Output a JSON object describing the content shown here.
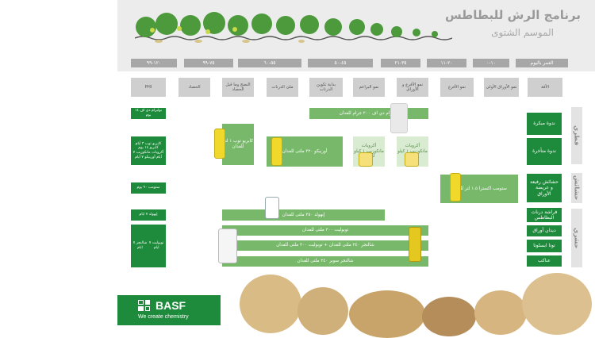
{
  "title": "برنامج الرش للبطاطس",
  "subtitle": "الموسم الشتوى",
  "timeline": {
    "label": "العمر باليوم",
    "segments": [
      "١٠-٠",
      "٢٠-١١",
      "٣٥-٢١",
      "٤٥-٥٠",
      "٥٥-٦٠",
      "٧٥-٩٩",
      "١٢٠-٩٩"
    ]
  },
  "stages": {
    "pest": "الآفة",
    "leaves": "نمو الأوراق الأولى",
    "branching": "نمو الأفرع",
    "branching_leaves": "نمو الأفرع و الأوراق",
    "bud": "نمو البراعم",
    "tuber_start": "بداية تكوين الدرنات",
    "tuber_fill": "ملئ الدرنات",
    "maturity": "النضج وما قبل الحصاد",
    "harvest": "الحصاد",
    "phi": "PHI"
  },
  "categories": {
    "fungal": "فطري",
    "weed": "حشائش",
    "insect": "حشري"
  },
  "rows": [
    {
      "pest": "ندوة مبكرة",
      "phi": "بوليرام دي اف ١٤ يوم"
    },
    {
      "pest": "ندوة متأخرة",
      "phi": "كابريو توب ٣ أيام كابريو ١٤ يوم أكروبات مانكوزيب ٧ أيام أوربيكو ٧ أيام"
    },
    {
      "pest": "حشائش رفيعة و عريضة الأوراق",
      "phi": "ستومب ٩٠ يوم"
    },
    {
      "pest": "فراشة درنات البطاطس",
      "phi": "إبهولد ٧ ايام"
    },
    {
      "pest": "ديدان أوراق",
      "phi": "توبوليت ٧ ايام"
    },
    {
      "pest": "توتا ابسلوتا",
      "phi": "شالنجر ٧ ايام"
    },
    {
      "pest": "عناكب",
      "phi": ""
    }
  ],
  "bars": {
    "polyram": "بوليرام دي اف ٢٠٠ جرام للفدان",
    "cabrio": "كابريو توب ١ لتر للفدان",
    "orvego": "أوربيكو ٣٢٠ ملتى للفدان",
    "acrobat_top": "أكروبات مانكوزيب ١ كيلو للفدان",
    "acrobat_right": "أكروبات مانكوزيب ١ كيلو للفدان",
    "stomp": "ستومب اكسترا ١.٥ لتر للفدان",
    "ebhold": "إبهولد ٣٥٠ ملتى للفدان",
    "topolet": "توبوليت ٢٠٠ ملتى للفدان",
    "challenger_topolet": "شالنجر ٢٤٠ ملتى للفدان + توبوليت ٢٠٠ ملتى للفدان",
    "challenger": "شالنجر سوبر ٢٤٠ ملتى للفدان"
  },
  "brand": {
    "name": "BASF",
    "tagline": "We create chemistry"
  },
  "colors": {
    "green": "#1e8b3c",
    "bar": "#77b86a",
    "grey": "#a7a7a7"
  }
}
